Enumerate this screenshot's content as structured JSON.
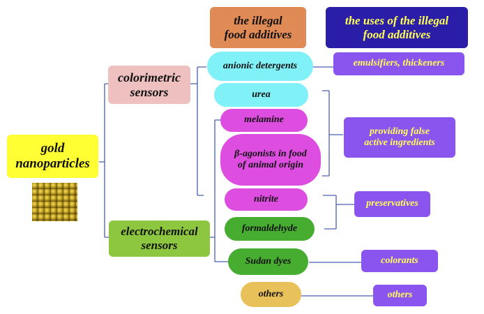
{
  "colors": {
    "line": "#4a5fb0",
    "gold_box": "#ffff33",
    "colorimetric": "#eec0c0",
    "electrochemical": "#8dc63f",
    "header_orange": "#e08a56",
    "header_navy": "#2a1ea8",
    "cyan": "#7ff1f7",
    "magenta": "#dd4ddf",
    "green": "#47ad31",
    "orange_pill": "#e9c15b",
    "purple": "#8a55ee",
    "purple_text": "#ffff55"
  },
  "root": {
    "label": "gold\nnanoparticles",
    "image": "gold-nanoparticle-lattice"
  },
  "sensors": {
    "colorimetric": "colorimetric\nsensors",
    "electrochemical": "electrochemical\nsensors"
  },
  "headers": {
    "additives": "the illegal\nfood additives",
    "uses": "the uses of the illegal\nfood additives"
  },
  "additives": [
    "anionic detergents",
    "urea",
    "melamine",
    "β-agonists in food\nof animal origin",
    "nitrite",
    "formaldehyde",
    "Sudan dyes",
    "others"
  ],
  "uses": [
    "emulsifiers, thickeners",
    "providing false\nactive ingredients",
    "preservatives",
    "colorants",
    "others"
  ]
}
